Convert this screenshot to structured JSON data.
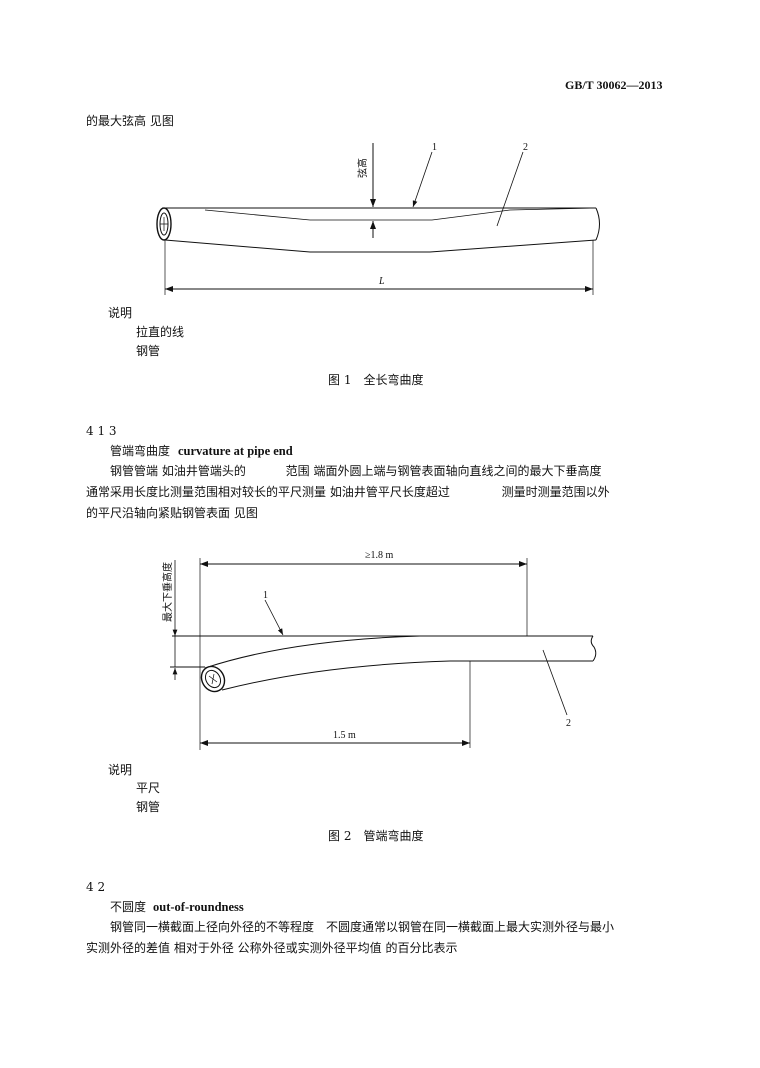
{
  "header": {
    "std_code": "GB/T 30062—2013"
  },
  "intro_line": "的最大弦高 见图",
  "figure1": {
    "label_chord": "弦高",
    "callout_1": "1",
    "callout_2": "2",
    "dim_L": "L",
    "legend_title": "说明",
    "legend_1": "拉直的线",
    "legend_2": "钢管",
    "caption": "图 1　全长弯曲度"
  },
  "sec413": {
    "number": "4 1 3",
    "term_cn": "管端弯曲度",
    "term_en": "curvature at pipe end",
    "para_line1": "钢管管端 如油井管端头的　　　 范围 端面外圆上端与钢管表面轴向直线之间的最大下垂高度",
    "para_line2": "通常采用长度比测量范围相对较长的平尺测量 如油井管平尺长度超过　　　　 测量时测量范围以外",
    "para_line3": "的平尺沿轴向紧贴钢管表面 见图"
  },
  "figure2": {
    "label_sag": "最大下垂高度",
    "dim_top": "≥1.8 m",
    "dim_bottom": "1.5 m",
    "callout_1": "1",
    "callout_2": "2",
    "legend_title": "说明",
    "legend_1": "平尺",
    "legend_2": "钢管",
    "caption": "图 2　管端弯曲度"
  },
  "sec42": {
    "number": "4 2",
    "term_cn": "不圆度",
    "term_en": "out-of-roundness",
    "para_line1": "钢管同一横截面上径向外径的不等程度　不圆度通常以钢管在同一横截面上最大实测外径与最小",
    "para_line2": "实测外径的差值 相对于外径 公称外径或实测外径平均值 的百分比表示"
  }
}
